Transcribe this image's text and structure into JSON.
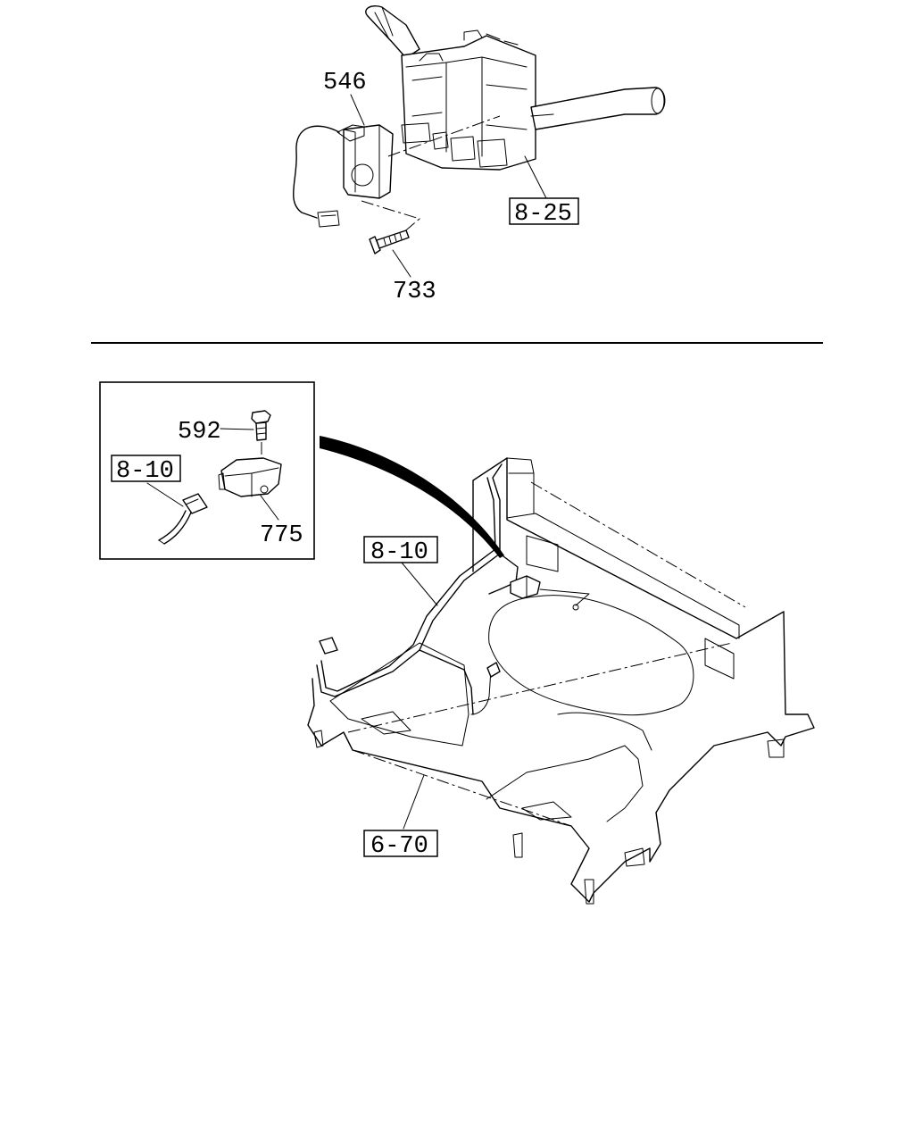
{
  "callouts": {
    "p546": "546",
    "p733": "733",
    "p8_25": "8-25",
    "p592": "592",
    "p8_10_inset": "8-10",
    "p775": "775",
    "p8_10_main": "8-10",
    "p6_70": "6-70"
  }
}
